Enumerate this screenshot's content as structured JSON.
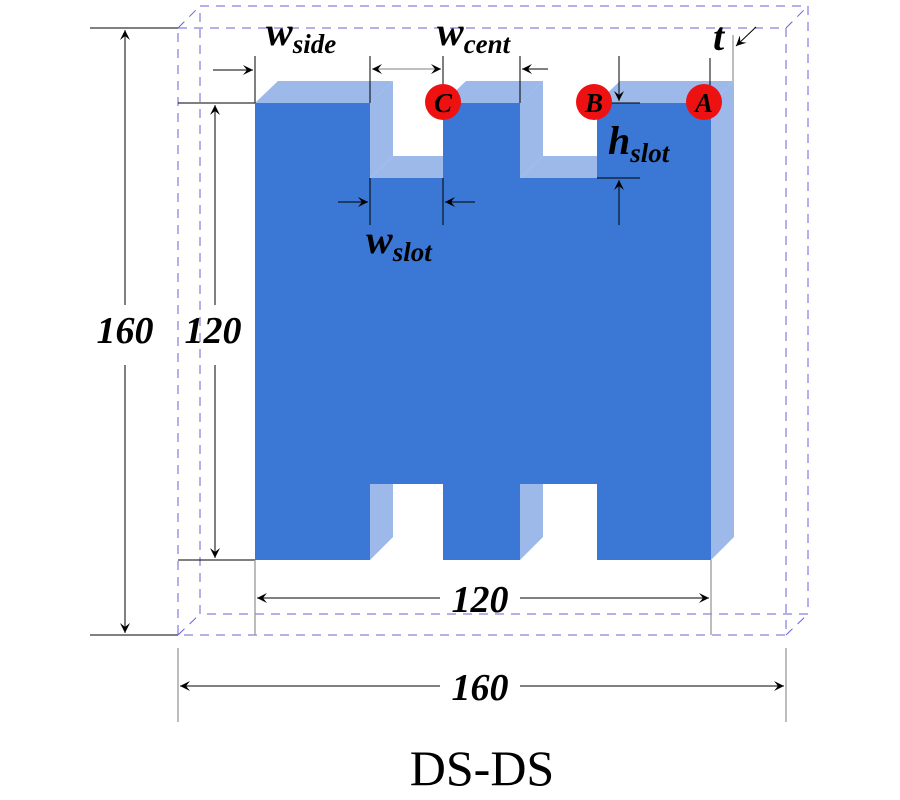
{
  "title": "DS-DS",
  "dimensions": {
    "outer_width": "160",
    "outer_height": "160",
    "plate_width": "120",
    "plate_height": "120"
  },
  "parameters": {
    "w_side": {
      "base": "w",
      "sub": "side"
    },
    "w_cent": {
      "base": "w",
      "sub": "cent"
    },
    "w_slot": {
      "base": "w",
      "sub": "slot"
    },
    "h_slot": {
      "base": "h",
      "sub": "slot"
    },
    "t": "t"
  },
  "points": [
    "A",
    "B",
    "C"
  ],
  "colors": {
    "plate": "#3b77d5",
    "plate_side": "#9cb9ea",
    "marker": "#ee1111",
    "box": "#6a62d8"
  }
}
